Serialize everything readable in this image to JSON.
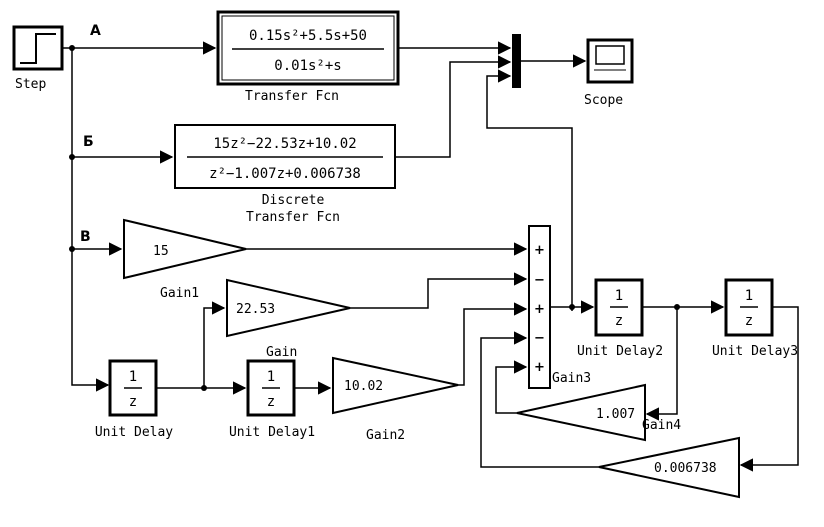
{
  "signals": {
    "a": "А",
    "b": "Б",
    "v": "В"
  },
  "blocks": {
    "step": {
      "label": "Step"
    },
    "scope": {
      "label": "Scope"
    },
    "tf": {
      "num": "0.15s²+5.5s+50",
      "den": "0.01s²+s",
      "label": "Transfer Fcn"
    },
    "dtf": {
      "num": "15z²−22.53z+10.02",
      "den": "z²−1.007z+0.006738",
      "label1": "Discrete",
      "label2": "Transfer Fcn"
    },
    "gain": {
      "value": "15",
      "label": "Gain"
    },
    "gain1": {
      "value": "22.53",
      "label": "Gain1"
    },
    "gain2": {
      "value": "10.02",
      "label": "Gain2"
    },
    "gain3": {
      "label": "Gain3"
    },
    "gain4": {
      "value": "1.007",
      "label": "Gain4"
    },
    "gain5": {
      "value": "0.006738"
    },
    "ud": {
      "num": "1",
      "den": "z",
      "label": "Unit Delay"
    },
    "ud1": {
      "num": "1",
      "den": "z",
      "label": "Unit Delay1"
    },
    "ud2": {
      "num": "1",
      "den": "z",
      "label": "Unit Delay2"
    },
    "ud3": {
      "num": "1",
      "den": "z",
      "label": "Unit Delay3"
    },
    "sum": {
      "signs": [
        "+",
        "−",
        "+",
        "−",
        "+"
      ]
    }
  }
}
